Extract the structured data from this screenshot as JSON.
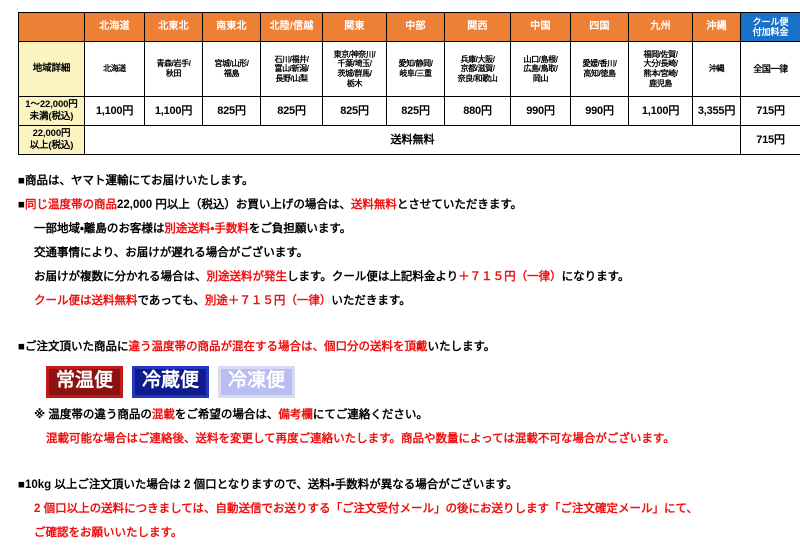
{
  "table": {
    "headers": {
      "blank": "",
      "regions": [
        "北海道",
        "北東北",
        "南東北",
        "北陸/信越",
        "関東",
        "中部",
        "関西",
        "中国",
        "四国",
        "九州",
        "沖縄"
      ],
      "cool": "クール便\n付加料金",
      "cool_line1": "クール便",
      "cool_line2": "付加料金"
    },
    "rows": {
      "detail": {
        "label": "地域詳細",
        "values": [
          "北海道",
          "青森/岩手/\n秋田",
          "宮城/山形/\n福島",
          "石川/福井/\n富山/新潟/\n長野/山梨",
          "東京/神奈川/\n千葉/埼玉/\n茨城/群馬/\n栃木",
          "愛知/静岡/\n岐阜/三重",
          "兵庫/大阪/\n京都/滋賀/\n奈良/和歌山",
          "山口/島根/\n広島/鳥取/\n岡山",
          "愛媛/香川/\n高知/徳島",
          "福岡/佐賀/\n大分/長崎/\n熊本/宮崎/\n鹿児島",
          "沖縄"
        ],
        "cool": "全国一律"
      },
      "under": {
        "label_line1": "1～22,000円",
        "label_line2": "未満(税込)",
        "values": [
          "1,100円",
          "1,100円",
          "825円",
          "825円",
          "825円",
          "825円",
          "880円",
          "990円",
          "990円",
          "1,100円",
          "3,355円"
        ],
        "cool": "715円"
      },
      "over": {
        "label_line1": "22,000円",
        "label_line2": "以上(税込)",
        "merged_value": "送料無料",
        "cool": "715円"
      }
    }
  },
  "notes": {
    "line1": "■商品は、ヤマト運輸にてお届けいたします。",
    "line2_bullet": "■",
    "line2_red1": "同じ温度帯の商品",
    "line2_blk1": " 22,000 円以上（税込）お買い上げの場合は、",
    "line2_red2": "送料無料",
    "line2_blk2": "とさせていただきます。",
    "line3_blk1": "一部地域・離島のお客様は",
    "line3_red": "別途送料・手数料",
    "line3_blk2": "をご負担願います。",
    "line4": "交通事情により、お届けが遅れる場合がございます。",
    "line5_blk1": "お届けが複数に分かれる場合は、",
    "line5_red1": "別途送料が発生",
    "line5_blk2": "します。クール便は上記料金より",
    "line5_red2": "＋７１５円（一律）",
    "line5_blk3": "になります。",
    "line6_red1": "クール便は送料無料",
    "line6_blk1": "であっても、",
    "line6_red2": "別途＋７１５円（一律）",
    "line6_blk2": "いただきます。",
    "line7_bullet": "■",
    "line7_blk1": "ご注文頂いた商品に",
    "line7_red1": "違う温度帯の商品が混在する場合は、個口分の送料を頂戴",
    "line7_blk2": "いたします。",
    "line8_blk": "※ 温度帯の違う商品の",
    "line8_red1": "混載",
    "line8_blk2": "をご希望の場合は、",
    "line8_red2": "備考欄",
    "line8_blk3": "にてご連絡ください。",
    "line9_red1": "混載可能な場合はご連絡後、送料を変更して再度ご連絡いたします。商品や数量によっては混載不可な場合がございます。",
    "line10_bullet": "■",
    "line10": " 10kg 以上ご注文頂いた場合は 2 個口となりますので、送料・手数料が異なる場合がございます。",
    "line11_red": "2 個口以上の送料につきましては、自動送信でお送りする「ご注文受付メール」の後にお送りします「ご注文確定メール」にて、",
    "line12_red": "ご確認をお願いいたします。"
  },
  "badges": {
    "normal": "常温便",
    "chilled": "冷蔵便",
    "frozen": "冷凍便"
  },
  "colors": {
    "header_orange": "#ee8035",
    "header_blue": "#1a72c8",
    "label_yellow": "#fbf3c0",
    "red_text": "#ee1111",
    "badge_normal_bg": "#8c1212",
    "badge_chilled_bg": "#101b8c",
    "badge_frozen_bg": "#b9bdf0"
  }
}
